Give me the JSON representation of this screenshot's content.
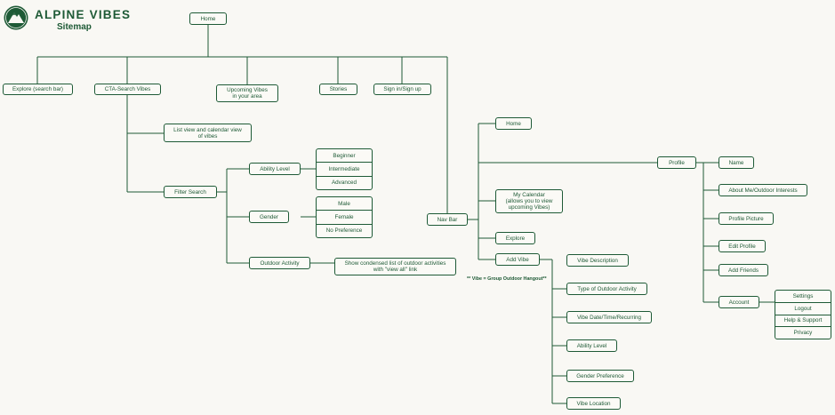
{
  "brand": {
    "name": "ALPINE VIBES",
    "subtitle": "Sitemap",
    "logo_icon": "mountain-logo-icon"
  },
  "colors": {
    "line": "#1e5a36",
    "background": "#f9f8f4"
  },
  "nodes": {
    "home": "Home",
    "explore_search": "Explore (search bar)",
    "cta_search": "CTA-Search Vibes",
    "upcoming": "Upcoming Vibes\nin your area",
    "stories": "Stories",
    "signin": "Sign in/Sign up",
    "list_view": "List view and calendar view\nof vibes",
    "filter_search": "Filter Search",
    "ability_level": "Ability Level",
    "gender": "Gender",
    "outdoor_activity": "Outdoor Activity",
    "ability_options": [
      "Beginner",
      "Intermediate",
      "Advanced"
    ],
    "gender_options": [
      "Male",
      "Female",
      "No Preference"
    ],
    "condensed_list": "Show condensed list of outdoor activities\nwith \"view all\" link",
    "nav_bar": "Nav Bar",
    "nav_home": "Home",
    "my_calendar": "My Calendar\n(allows you to view\nupcoming Vibes)",
    "nav_explore": "Explore",
    "add_vibe": "Add Vibe",
    "vibe_description": "Vibe Description",
    "type_activity": "Type of Outdoor Activity",
    "vibe_date": "Vibe Date/Time/Recurring",
    "vibe_ability": "Ability Level",
    "gender_pref": "Gender Preference",
    "vibe_location": "Vibe Location",
    "profile": "Profile",
    "name": "Name",
    "about_me": "About Me/Outdoor Interests",
    "profile_picture": "Profile Picture",
    "edit_profile": "Edit Profile",
    "add_friends": "Add Friends",
    "account": "Account",
    "account_options": [
      "Settings",
      "Logout",
      "Help & Support",
      "Privacy"
    ]
  },
  "footnote": "** Vibe = Group Outdoor Hangout**"
}
